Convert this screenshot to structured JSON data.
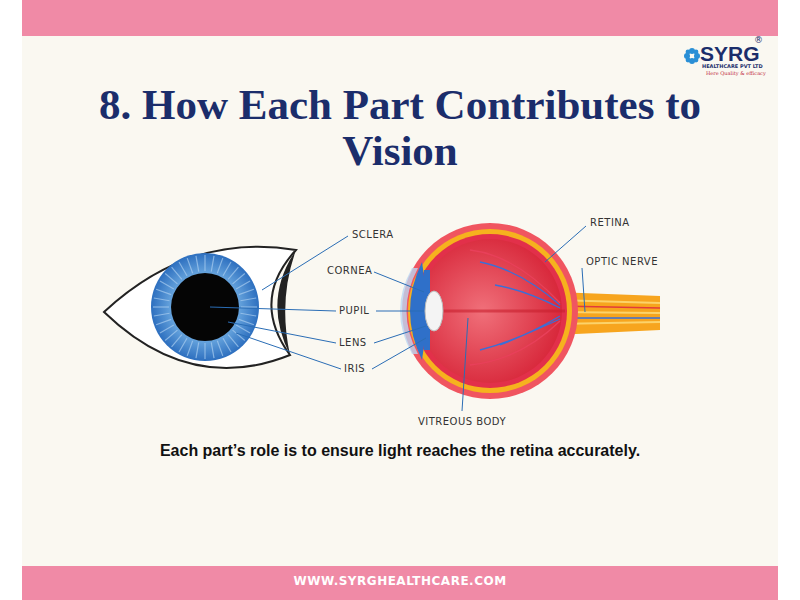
{
  "diagram": {
    "title": "8. How Each Part Contributes to Vision",
    "caption": "Each part’s role is to ensure light reaches the retina accurately.",
    "labels": [
      "SYRG",
      "®",
      "HEALTHCARE PVT LTD",
      "Here Quality & efficacy",
      "SCLERA",
      "CORNEA",
      "PUPIL",
      "LENS",
      "IRIS",
      "RETINA",
      "OPTIC NERVE",
      "VITREOUS BODY",
      "WWW.SYRGHEALTHCARE.COM"
    ]
  }
}
